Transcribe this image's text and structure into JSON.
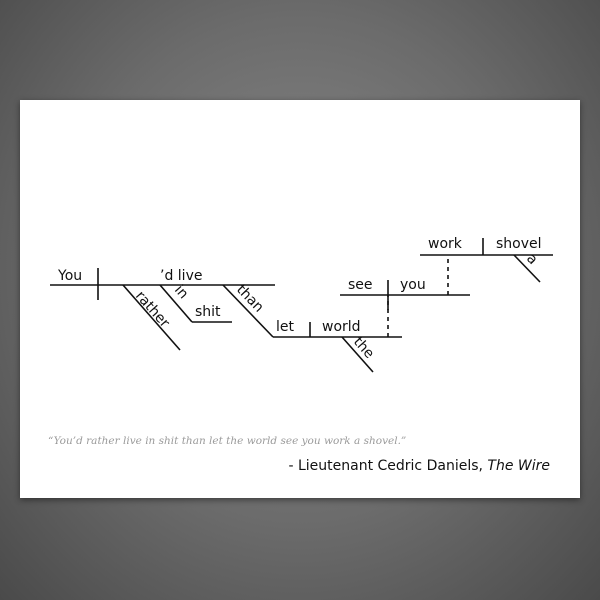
{
  "diagram": {
    "words": {
      "you": "You",
      "d_live": "’d live",
      "rather": "rather",
      "in": "in",
      "shit": "shit",
      "than": "than",
      "let": "let",
      "world": "world",
      "the": "the",
      "see": "see",
      "you2": "you",
      "work": "work",
      "shovel": "shovel",
      "a": "a"
    }
  },
  "caption": {
    "quote": "“You’d rather live in shit than let the world see you work a shovel.”",
    "attribution_prefix": "- Lieutenant Cedric Daniels, ",
    "attribution_work": "The Wire"
  }
}
